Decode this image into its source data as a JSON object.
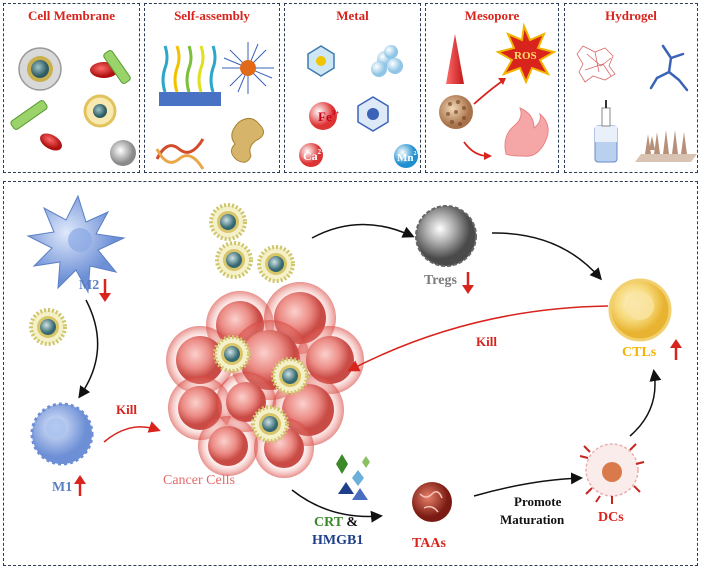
{
  "panels": [
    {
      "title": "Cell Membrane"
    },
    {
      "title": "Self-assembly"
    },
    {
      "title": "Metal"
    },
    {
      "title": "Mesopore"
    },
    {
      "title": "Hydrogel"
    }
  ],
  "metal_ions": {
    "fe": "Fe",
    "fe_sup": "3+",
    "ca": "Ca",
    "ca_sup": "2+",
    "mn": "Mn",
    "mn_sup": "2+"
  },
  "mesopore_ros": "ROS",
  "cells": {
    "m2": "M2",
    "m1": "M1",
    "tregs": "Tregs",
    "ctls": "CTLs",
    "cancer": "Cancer Cells",
    "taas": "TAAs",
    "dcs": "DCs"
  },
  "arrows": {
    "kill_ctl": "Kill",
    "kill_m1": "Kill",
    "promote": "Promote",
    "maturation": "Maturation"
  },
  "damp": {
    "crt": "CRT",
    "amp": "&",
    "hmgb1": "HMGB1"
  },
  "colors": {
    "title_red": "#d8241d",
    "m_blue": "#5b7fc4",
    "tregs_gray": "#7a7a7a",
    "ctl_yellow": "#f2b400",
    "cancer_pink": "#e36a6a",
    "crt_green": "#3a8a2a",
    "hmgb1_blue": "#1f3f8a"
  },
  "icons": [
    "red-blood-cell-icon",
    "nanoparticle-icon",
    "flask-icon",
    "needle-array-icon",
    "cone-icon"
  ]
}
